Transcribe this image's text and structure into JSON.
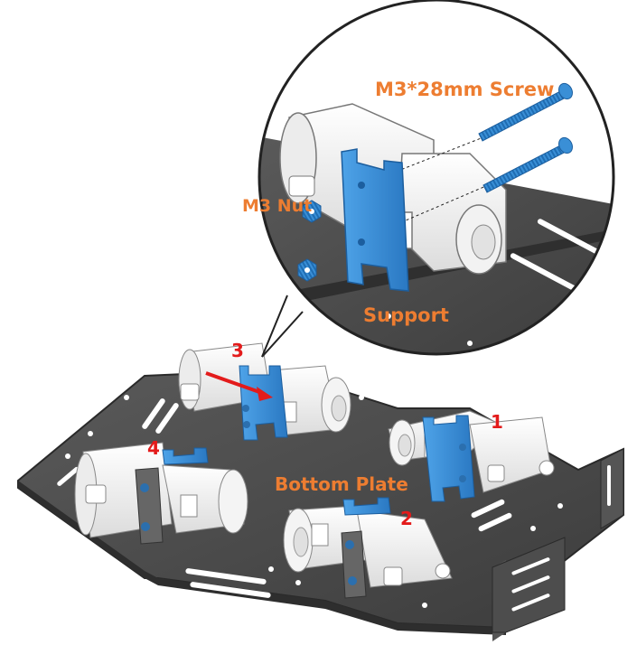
{
  "labels": {
    "screw": "M3*28mm Screw",
    "nut": "M3 Nut",
    "support": "Support",
    "bottom_plate": "Bottom Plate"
  },
  "step_numbers": [
    "1",
    "2",
    "3",
    "4"
  ],
  "colors": {
    "label_orange": "#ed7d31",
    "number_red": "#e31b1b",
    "arrow_red": "#e31b1b",
    "bracket_blue": "#3a8fd6",
    "plate_gray": "#4a4a4a",
    "motor_white": "#f4f4f4"
  },
  "icons": [
    "screw-icon",
    "nut-icon",
    "support-bracket-icon",
    "motor-icon",
    "wheel-shaft-icon",
    "arrow-icon"
  ]
}
